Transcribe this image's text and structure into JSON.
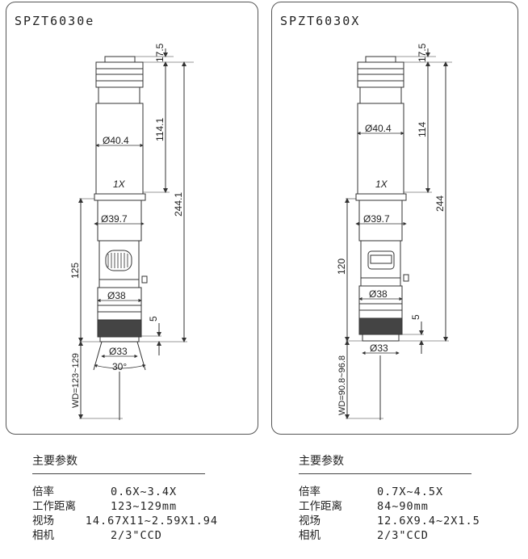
{
  "left": {
    "model": "SPZT6030e",
    "dims": {
      "top": "17.5",
      "upper": "114.1",
      "total": "244.1",
      "lower": "125",
      "tip": "5",
      "wd": "WD=123~129",
      "d1": "Ø40.4",
      "d2": "Ø39.7",
      "d3": "Ø38",
      "d4": "Ø33",
      "angle": "30°",
      "mag": "1X"
    },
    "specs": {
      "heading": "主要参数",
      "rows": [
        {
          "label": "倍率",
          "value": "0.6X~3.4X"
        },
        {
          "label": "工作距离",
          "value": "123~129mm"
        },
        {
          "label": "视场",
          "value": "14.67X11~2.59X1.94"
        },
        {
          "label": "相机",
          "value": "2/3\"CCD"
        }
      ]
    }
  },
  "right": {
    "model": "SPZT6030X",
    "dims": {
      "top": "17.5",
      "upper": "114",
      "total": "244",
      "lower": "120",
      "tip": "5",
      "wd": "WD=90.8~96.8",
      "d1": "Ø40.4",
      "d2": "Ø39.7",
      "d3": "Ø38",
      "d4": "Ø33",
      "mag": "1X"
    },
    "specs": {
      "heading": "主要参数",
      "rows": [
        {
          "label": "倍率",
          "value": "0.7X~4.5X"
        },
        {
          "label": "工作距离",
          "value": "84~90mm"
        },
        {
          "label": "视场",
          "value": "12.6X9.4~2X1.5"
        },
        {
          "label": "相机",
          "value": "2/3\"CCD"
        }
      ]
    }
  }
}
